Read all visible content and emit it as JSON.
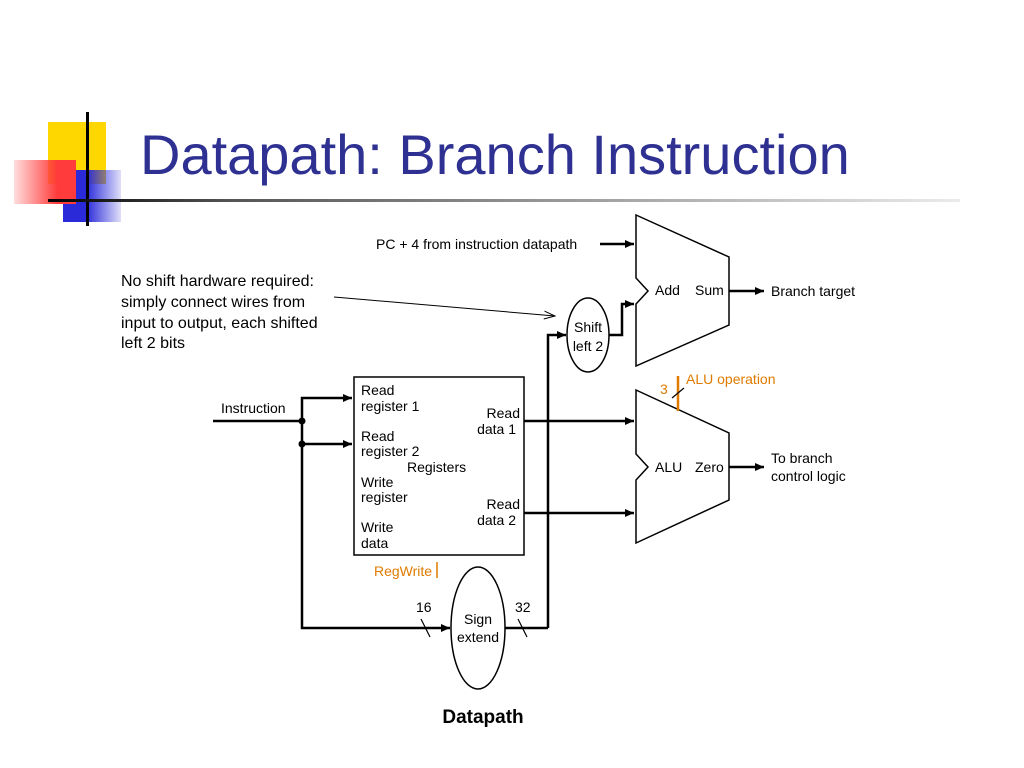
{
  "slide": {
    "title": "Datapath: Branch Instruction"
  },
  "colors": {
    "title": "#2e3192",
    "control": "#e07b00",
    "deco_yellow": "#ffd700",
    "deco_red": "#ff3b3b",
    "deco_blue": "#2a2ad9"
  },
  "note": {
    "line1": "No shift hardware required:",
    "line2": "simply connect wires from",
    "line3": "input to output, each shifted",
    "line4": "left 2 bits"
  },
  "labels": {
    "pc4": "PC + 4 from instruction datapath",
    "add": "Add",
    "sum": "Sum",
    "branch_target": "Branch target",
    "shift1": "Shift",
    "shift2": "left 2",
    "alu_operation": "ALU operation",
    "alu_bits": "3",
    "instruction": "Instruction",
    "read_reg1_a": "Read",
    "read_reg1_b": "register 1",
    "read_reg2_a": "Read",
    "read_reg2_b": "register 2",
    "registers": "Registers",
    "write_reg_a": "Write",
    "write_reg_b": "register",
    "write_data_a": "Write",
    "write_data_b": "data",
    "read_data1_a": "Read",
    "read_data1_b": "data 1",
    "read_data2_a": "Read",
    "read_data2_b": "data 2",
    "alu": "ALU",
    "zero": "Zero",
    "to_branch1": "To branch",
    "to_branch2": "control logic",
    "regwrite": "RegWrite",
    "bits16": "16",
    "bits32": "32",
    "sign1": "Sign",
    "sign2": "extend",
    "caption": "Datapath"
  }
}
